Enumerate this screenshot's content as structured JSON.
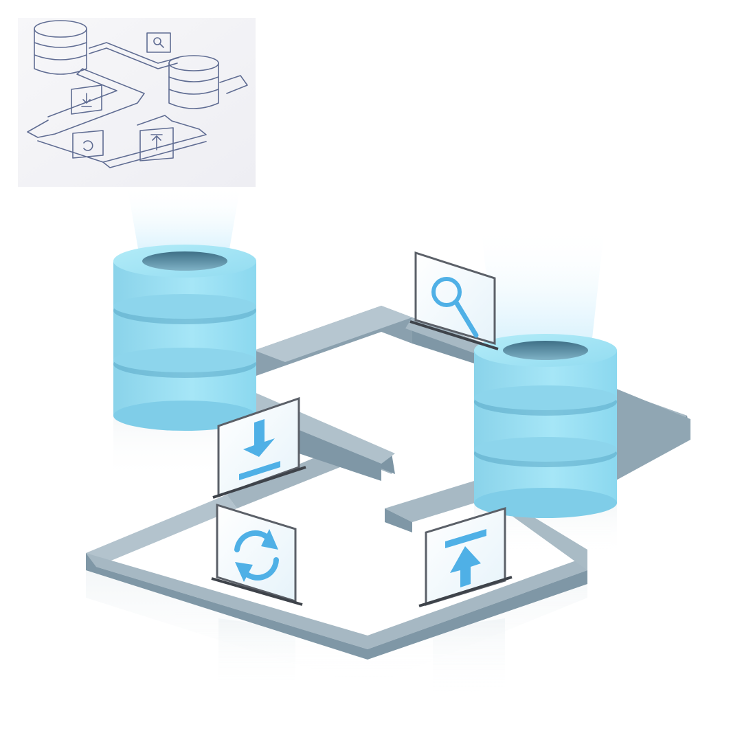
{
  "illustration": {
    "kind": "isometric data pipeline",
    "sketch": {
      "style": "pencil sketch on paper",
      "databases": 2,
      "panels": [
        "search-icon",
        "download-icon",
        "sync-icon",
        "upload-icon"
      ]
    },
    "render": {
      "databases": 2,
      "panels": [
        {
          "icon": "search-icon"
        },
        {
          "icon": "download-icon"
        },
        {
          "icon": "sync-icon"
        },
        {
          "icon": "upload-icon"
        }
      ]
    }
  },
  "colors": {
    "background": "#ffffff",
    "database_top": "#9be3f5",
    "database_side": "#7fcde8",
    "database_rim": "#5aa7c6",
    "pipe_top": "#a9bcc8",
    "pipe_side": "#7f97a6",
    "pipe_dark": "#5f7685",
    "coupler": "#e7c86a",
    "icon_accent": "#4fb0e6",
    "panel_frame": "#5b6068",
    "sketch_line": "#3b4b7a",
    "sketch_paper": "#f3f3f6",
    "glow": "#bfe9fb"
  }
}
